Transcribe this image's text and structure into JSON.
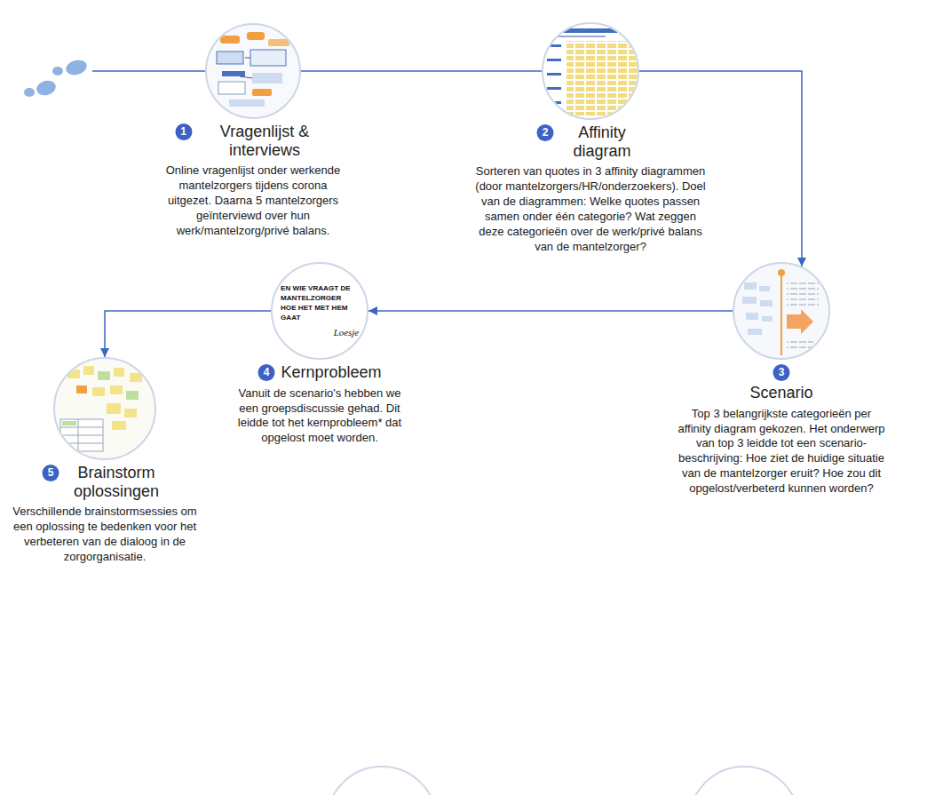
{
  "diagram": {
    "nodes": [
      {
        "text": [
          "1",
          "Vragenlijst & interviews",
          "Online vragenlijst onder werkende mantelzorgers tijdens corona uitgezet. Daarna 5 mantelzorgers geïnterviewd over hun werk/mantelzorg/privé balans."
        ]
      },
      {
        "text": [
          "2",
          "Affinity diagram",
          "Sorteren van quotes in 3 affinity diagrammen (door mantelzorgers/HR/onderzoekers). Doel van de diagrammen: Welke quotes passen samen onder één categorie? Wat zeggen deze categorieën over de werk/privé balans van de mantelzorger?"
        ]
      },
      {
        "text": [
          "3",
          "Scenario",
          "Top 3 belangrijkste categorieën per affinity diagram gekozen. Het onderwerp van top 3 leidde tot een scenario-beschrijving: Hoe ziet de huidige situatie van de mantelzorger eruit? Hoe zou dit opgelost/verbeterd kunnen worden?"
        ]
      },
      {
        "text": [
          "EN WIE VRAAGT DE MANTELZORGER HOE HET MET HEM GAAT",
          "Loesje",
          "4",
          "Kernprobleem",
          "Vanuit de scenario's hebben we een groepsdiscussie gehad. Dit leidde tot het kernprobleem* dat opgelost moet worden."
        ]
      },
      {
        "text": [
          "5",
          "Brainstorm oplossingen",
          "Verschillende brainstormsessies om een oplossing te bedenken voor het verbeteren van de dialoog in de zorgorganisatie."
        ]
      }
    ],
    "edges": [
      {
        "from": 0,
        "to": 1,
        "arrow": "none"
      },
      {
        "from": 1,
        "to": 2,
        "arrow": "to"
      },
      {
        "from": 2,
        "to": 3,
        "arrow": "to"
      },
      {
        "from": 3,
        "to": 4,
        "arrow": "to"
      }
    ]
  }
}
